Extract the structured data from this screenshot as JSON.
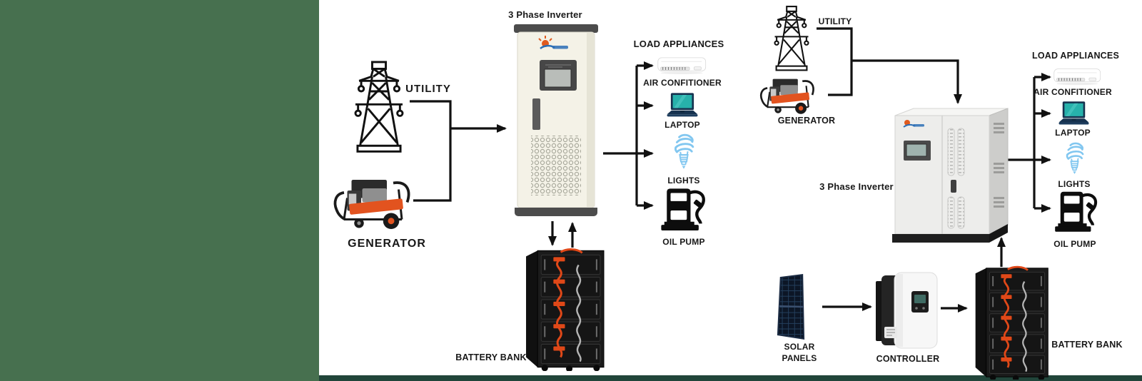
{
  "colors": {
    "side_panel_green": "#47704f",
    "bottom_bar_green": "#21453a",
    "wire_black": "#111111",
    "label_text": "#181818",
    "generator_orange": "#e2531f",
    "battery_cable_orange": "#e04818",
    "laptop_screen_teal": "#27b1ab",
    "bulb_light_blue": "#82c7f0",
    "inverter_cream": "#f4f2e7",
    "inverter_gray": "#ededeb"
  },
  "icons": {
    "utility": "transmission-tower-icon",
    "generator": "portable-generator-icon",
    "inverter": "inverter-cabinet-icon",
    "air_conditioner": "air-conditioner-icon",
    "laptop": "laptop-icon",
    "lights": "cfl-bulb-icon",
    "oil_pump": "fuel-dispenser-icon",
    "battery": "battery-rack-icon",
    "solar": "solar-panel-icon",
    "controller": "charge-controller-icon"
  },
  "left": {
    "inverter_title": "3 Phase Inverter",
    "utility": "UTILITY",
    "generator": "GENERATOR",
    "load_header": "LOAD APPLIANCES",
    "appliances": [
      {
        "label": "AIR CONFITIONER"
      },
      {
        "label": "LAPTOP"
      },
      {
        "label": "LIGHTS"
      },
      {
        "label": "OIL PUMP"
      }
    ],
    "battery": "BATTERY BANK"
  },
  "right": {
    "inverter_title": "3 Phase Inverter",
    "utility": "UTILITY",
    "generator": "GENERATOR",
    "load_header": "LOAD APPLIANCES",
    "appliances": [
      {
        "label": "AIR CONFITIONER"
      },
      {
        "label": "LAPTOP"
      },
      {
        "label": "LIGHTS"
      },
      {
        "label": "OIL PUMP"
      }
    ],
    "battery": "BATTERY BANK",
    "solar": "SOLAR PANELS",
    "controller": "CONTROLLER"
  }
}
